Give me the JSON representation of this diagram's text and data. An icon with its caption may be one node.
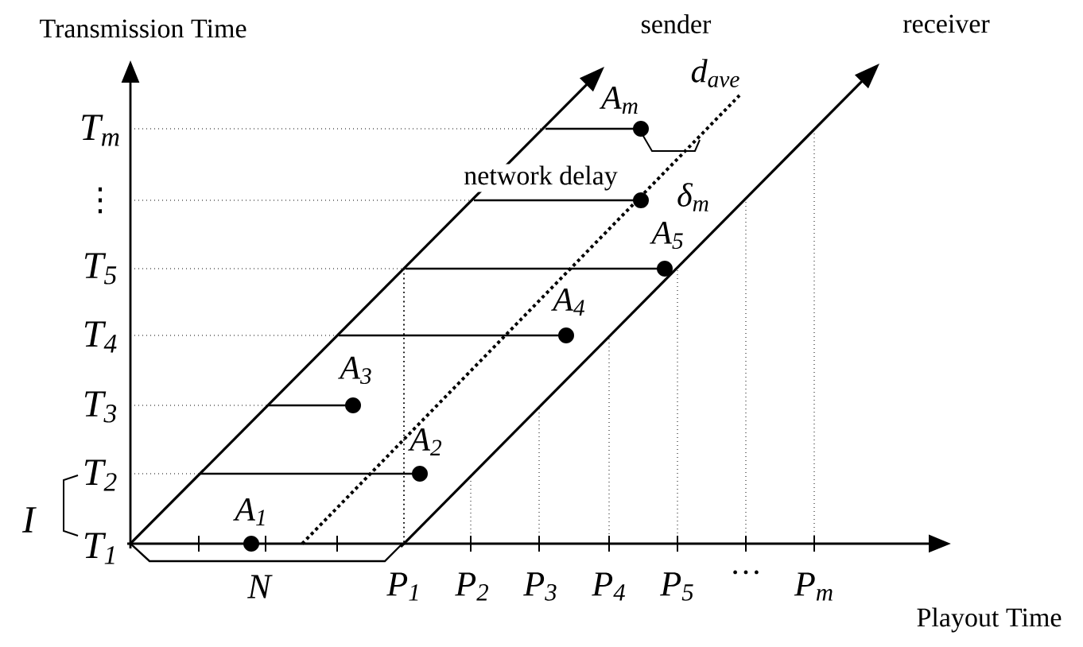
{
  "diagram": {
    "labels": [
      "Transmission Time",
      "sender",
      "receiver",
      "T$_{m}$",
      "A$_{m}$",
      "d$_{ave}$",
      "⋮",
      "network delay",
      "δ$_{m}$",
      "A$_{5}$",
      "T$_{5}$",
      "A$_{4}$",
      "T$_{4}$",
      "A$_{3}$",
      "T$_{3}$",
      "A$_{2}$",
      "T$_{2}$",
      "I",
      "A$_{1}$",
      "T$_{1}$",
      "N",
      "P$_{1}$",
      "P$_{2}$",
      "P$_{3}$",
      "P$_{4}$",
      "P$_{5}$",
      "…",
      "P$_{m}$",
      "Playout Time"
    ]
  }
}
